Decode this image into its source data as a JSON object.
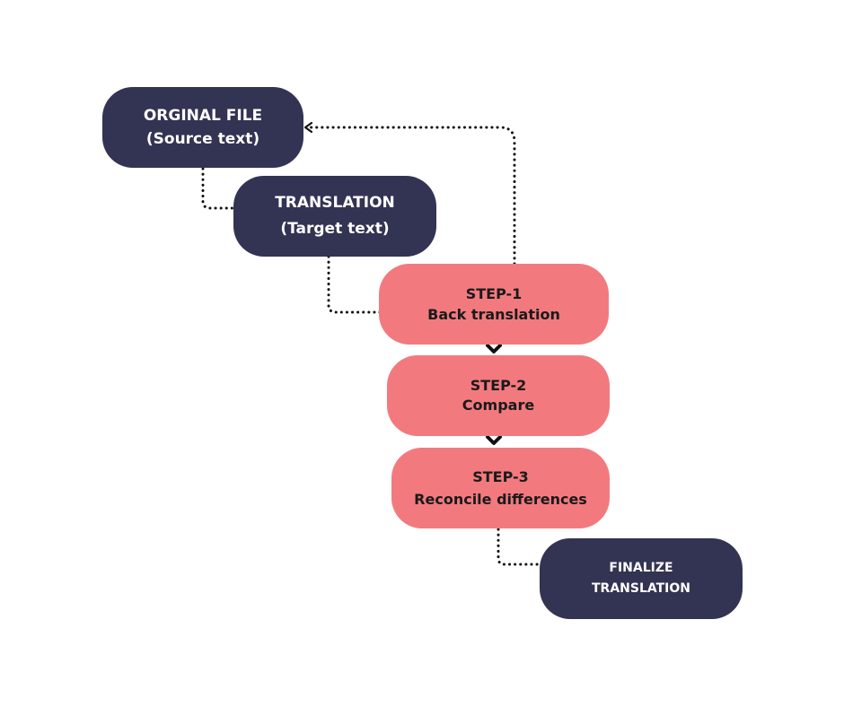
{
  "diagram": {
    "nodes": {
      "original_file": {
        "line1": "ORGINAL FILE",
        "line2": "(Source text)",
        "color": "#333353"
      },
      "translation": {
        "line1": "TRANSLATION",
        "line2": "(Target text)",
        "color": "#333353"
      },
      "step1": {
        "line1": "STEP-1",
        "line2": "Back translation",
        "color": "#f27a7e"
      },
      "step2": {
        "line1": "STEP-2",
        "line2": "Compare",
        "color": "#f27a7e"
      },
      "step3": {
        "line1": "STEP-3",
        "line2": "Reconcile differences",
        "color": "#f27a7e"
      },
      "finalize": {
        "line1": "FINALIZE",
        "line2": "TRANSLATION",
        "color": "#333353"
      }
    },
    "edges": [
      {
        "from": "original_file",
        "to": "translation",
        "style": "dotted"
      },
      {
        "from": "translation",
        "to": "step1",
        "style": "dotted"
      },
      {
        "from": "step1",
        "to": "original_file",
        "style": "dotted"
      },
      {
        "from": "step1",
        "to": "step2",
        "style": "chevron"
      },
      {
        "from": "step2",
        "to": "step3",
        "style": "chevron"
      },
      {
        "from": "step3",
        "to": "finalize",
        "style": "dotted"
      }
    ]
  }
}
